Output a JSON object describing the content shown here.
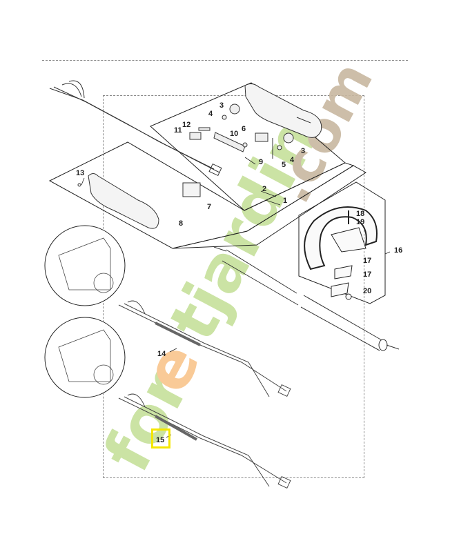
{
  "diagram": {
    "type": "exploded parts diagram",
    "subject": "handle assembly, drive shaft tube and throttle cables",
    "callouts": [
      {
        "id": "1",
        "label": "1"
      },
      {
        "id": "2",
        "label": "2"
      },
      {
        "id": "3a",
        "label": "3"
      },
      {
        "id": "3b",
        "label": "3"
      },
      {
        "id": "4a",
        "label": "4"
      },
      {
        "id": "4b",
        "label": "4"
      },
      {
        "id": "5",
        "label": "5"
      },
      {
        "id": "6",
        "label": "6"
      },
      {
        "id": "7",
        "label": "7"
      },
      {
        "id": "8",
        "label": "8"
      },
      {
        "id": "9",
        "label": "9"
      },
      {
        "id": "10",
        "label": "10"
      },
      {
        "id": "11",
        "label": "11"
      },
      {
        "id": "12",
        "label": "12"
      },
      {
        "id": "13",
        "label": "13"
      },
      {
        "id": "14",
        "label": "14"
      },
      {
        "id": "15",
        "label": "15"
      },
      {
        "id": "16",
        "label": "16"
      },
      {
        "id": "17a",
        "label": "17"
      },
      {
        "id": "17b",
        "label": "17"
      },
      {
        "id": "18",
        "label": "18"
      },
      {
        "id": "19",
        "label": "19"
      },
      {
        "id": "20",
        "label": "20"
      }
    ],
    "highlighted_callout": "15",
    "highlight_color": "#f5e600"
  },
  "watermark": {
    "text_green": "foretjardin",
    "text_orange_letter": "e",
    "text_tan": ".com",
    "color_green": "#c6e09a",
    "color_orange": "#f9c48c",
    "color_tan": "#c8b7a0"
  }
}
